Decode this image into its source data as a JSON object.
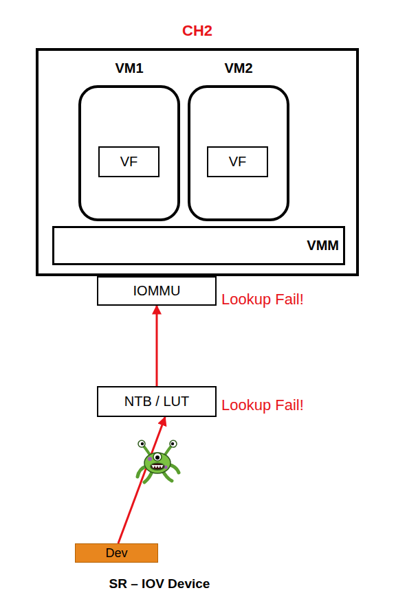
{
  "diagram": {
    "caption": "SR – IOV Device",
    "nodes": [
      {
        "text": [
          "CH2"
        ]
      },
      {
        "text": [
          "VM1"
        ],
        "in": 0
      },
      {
        "text": [
          "VF"
        ],
        "in": 1
      },
      {
        "text": [
          "VM2"
        ],
        "in": 0
      },
      {
        "text": [
          "VF"
        ],
        "in": 3
      },
      {
        "text": [
          "VMM"
        ],
        "in": 0
      },
      {
        "text": [
          "IOMMU"
        ]
      },
      {
        "text": [
          "NTB / LUT"
        ]
      },
      {
        "text": [
          "Dev"
        ]
      }
    ],
    "edges": [
      {
        "from": 8,
        "to": 7,
        "arrow": "to"
      },
      {
        "from": 7,
        "to": 6,
        "arrow": "to"
      }
    ],
    "labels": [
      "Lookup Fail!",
      "Lookup Fail!"
    ]
  }
}
